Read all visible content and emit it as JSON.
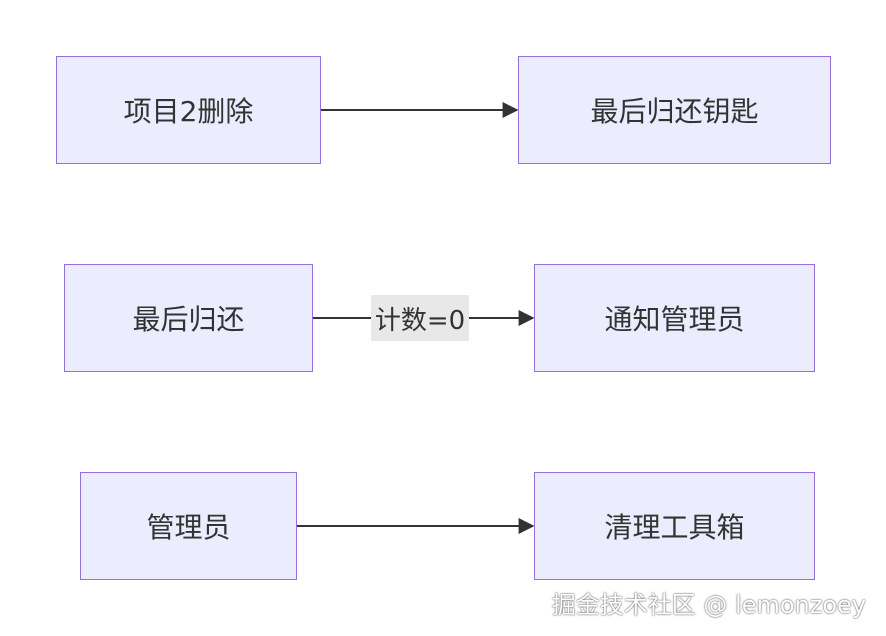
{
  "diagram": {
    "rows": [
      {
        "from": "项目2删除",
        "to": "最后归还钥匙",
        "edge_label": ""
      },
      {
        "from": "最后归还",
        "to": "通知管理员",
        "edge_label": "计数=0"
      },
      {
        "from": "管理员",
        "to": "清理工具箱",
        "edge_label": ""
      }
    ]
  },
  "watermark": "掘金技术社区 @ lemonzoey",
  "colors": {
    "node_fill": "#ECECFF",
    "node_border": "#9370DB",
    "edge": "#333333",
    "edge_label_bg": "#e8e8e8"
  }
}
